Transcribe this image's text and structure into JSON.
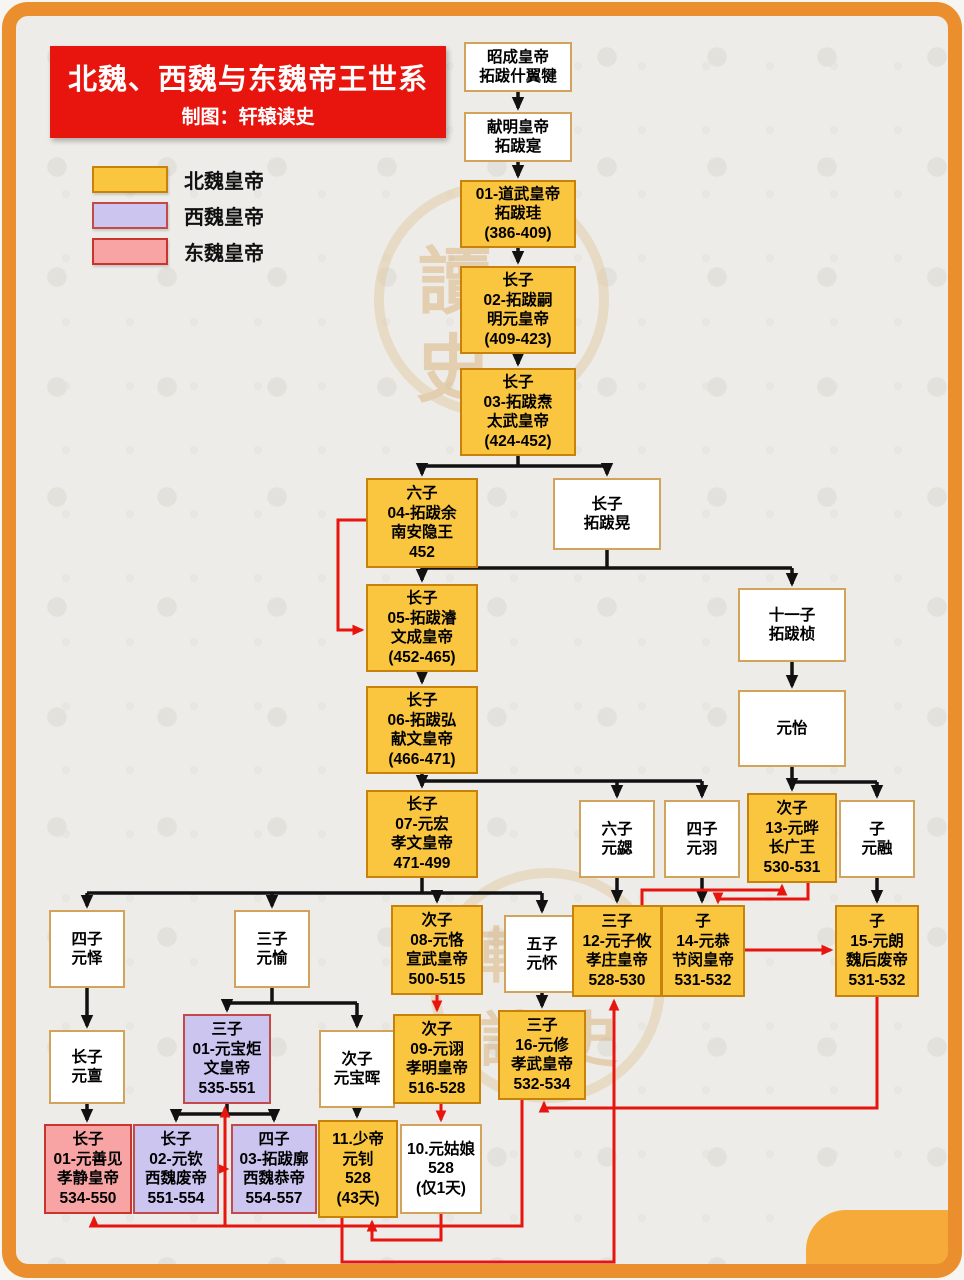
{
  "title": {
    "text": "北魏、西魏与东魏帝王世系",
    "subtitle": "制图：轩辕读史",
    "bg": "#E8150F",
    "color": "#FFFFFF"
  },
  "legend": [
    {
      "label": "北魏皇帝",
      "type": "northern",
      "color": "#FBC63F"
    },
    {
      "label": "西魏皇帝",
      "type": "western",
      "color": "#CBC5F0"
    },
    {
      "label": "东魏皇帝",
      "type": "eastern",
      "color": "#F8A4A4"
    }
  ],
  "watermark": {
    "top": [
      "讀",
      "史"
    ],
    "bottom": [
      "軒",
      "辕",
      "讀",
      "史"
    ]
  },
  "colors": {
    "frame": "#EB8E2E",
    "line": "#111111",
    "succession_arrow": "#E8150F"
  },
  "nodes": [
    {
      "id": "zhaocheng",
      "type": "plain",
      "lines": [
        "昭成皇帝",
        "拓跋什翼犍"
      ]
    },
    {
      "id": "xianming",
      "type": "plain",
      "lines": [
        "献明皇帝",
        "拓跋寔"
      ]
    },
    {
      "id": "n01",
      "type": "northern",
      "lines": [
        "01-道武皇帝",
        "拓跋珪",
        "(386-409)"
      ]
    },
    {
      "id": "n02",
      "type": "northern",
      "lines": [
        "长子",
        "02-拓跋嗣",
        "明元皇帝",
        "(409-423)"
      ]
    },
    {
      "id": "n03",
      "type": "northern",
      "lines": [
        "长子",
        "03-拓跋焘",
        "太武皇帝",
        "(424-452)"
      ]
    },
    {
      "id": "n04",
      "type": "northern",
      "lines": [
        "六子",
        "04-拓跋余",
        "南安隐王",
        "452"
      ]
    },
    {
      "id": "huang",
      "type": "plain",
      "lines": [
        "长子",
        "拓跋晃"
      ]
    },
    {
      "id": "n05",
      "type": "northern",
      "lines": [
        "长子",
        "05-拓跋濬",
        "文成皇帝",
        "(452-465)"
      ]
    },
    {
      "id": "zhen",
      "type": "plain",
      "lines": [
        "十一子",
        "拓跋桢"
      ]
    },
    {
      "id": "n06",
      "type": "northern",
      "lines": [
        "长子",
        "06-拓跋弘",
        "献文皇帝",
        "(466-471)"
      ]
    },
    {
      "id": "yuanyi",
      "type": "plain",
      "lines": [
        "元怡"
      ]
    },
    {
      "id": "n07",
      "type": "northern",
      "lines": [
        "长子",
        "07-元宏",
        "孝文皇帝",
        "471-499"
      ]
    },
    {
      "id": "xie",
      "type": "plain",
      "lines": [
        "六子",
        "元勰"
      ]
    },
    {
      "id": "yu4",
      "type": "plain",
      "lines": [
        "四子",
        "元羽"
      ]
    },
    {
      "id": "n13",
      "type": "northern",
      "lines": [
        "次子",
        "13-元晔",
        "长广王",
        "530-531"
      ]
    },
    {
      "id": "rong",
      "type": "plain",
      "lines": [
        "子",
        "元融"
      ]
    },
    {
      "id": "yi4",
      "type": "plain",
      "lines": [
        "四子",
        "元怿"
      ]
    },
    {
      "id": "yu",
      "type": "plain",
      "lines": [
        "三子",
        "元愉"
      ]
    },
    {
      "id": "n08",
      "type": "northern",
      "lines": [
        "次子",
        "08-元恪",
        "宣武皇帝",
        "500-515"
      ]
    },
    {
      "id": "huai",
      "type": "plain",
      "lines": [
        "五子",
        "元怀"
      ]
    },
    {
      "id": "n12",
      "type": "northern",
      "lines": [
        "三子",
        "12-元子攸",
        "孝庄皇帝",
        "528-530"
      ]
    },
    {
      "id": "n14",
      "type": "northern",
      "lines": [
        "子",
        "14-元恭",
        "节闵皇帝",
        "531-532"
      ]
    },
    {
      "id": "n15",
      "type": "northern",
      "lines": [
        "子",
        "15-元朗",
        "魏后废帝",
        "531-532"
      ]
    },
    {
      "id": "dan",
      "type": "plain",
      "lines": [
        "长子",
        "元亶"
      ]
    },
    {
      "id": "w01",
      "type": "western",
      "lines": [
        "三子",
        "01-元宝炬",
        "文皇帝",
        "535-551"
      ]
    },
    {
      "id": "baohui",
      "type": "plain",
      "lines": [
        "次子",
        "元宝晖"
      ]
    },
    {
      "id": "n09",
      "type": "northern",
      "lines": [
        "次子",
        "09-元诩",
        "孝明皇帝",
        "516-528"
      ]
    },
    {
      "id": "n16",
      "type": "northern",
      "lines": [
        "三子",
        "16-元修",
        "孝武皇帝",
        "532-534"
      ]
    },
    {
      "id": "e01",
      "type": "eastern",
      "lines": [
        "长子",
        "01-元善见",
        "孝静皇帝",
        "534-550"
      ]
    },
    {
      "id": "w02",
      "type": "western",
      "lines": [
        "长子",
        "02-元钦",
        "西魏废帝",
        "551-554"
      ]
    },
    {
      "id": "w03",
      "type": "western",
      "lines": [
        "四子",
        "03-拓跋廓",
        "西魏恭帝",
        "554-557"
      ]
    },
    {
      "id": "n11",
      "type": "northern",
      "lines": [
        "11.少帝",
        "元钊",
        "528",
        "(43天)"
      ]
    },
    {
      "id": "n10",
      "type": "plain",
      "lines": [
        "10.元姑娘",
        "528",
        "(仅1天)"
      ]
    }
  ],
  "edges": {
    "parent": [
      [
        "zhaocheng",
        "xianming"
      ],
      [
        "xianming",
        "n01"
      ],
      [
        "n01",
        "n02"
      ],
      [
        "n02",
        "n03"
      ],
      [
        "n03",
        "n04"
      ],
      [
        "n03",
        "huang"
      ],
      [
        "huang",
        "n05"
      ],
      [
        "huang",
        "zhen"
      ],
      [
        "n05",
        "n06"
      ],
      [
        "zhen",
        "yuanyi"
      ],
      [
        "n06",
        "n07"
      ],
      [
        "n06",
        "xie"
      ],
      [
        "n06",
        "yu4"
      ],
      [
        "yuanyi",
        "n13"
      ],
      [
        "yuanyi",
        "rong"
      ],
      [
        "n07",
        "yi4"
      ],
      [
        "n07",
        "yu"
      ],
      [
        "n07",
        "n08"
      ],
      [
        "n07",
        "huai"
      ],
      [
        "xie",
        "n12"
      ],
      [
        "yu4",
        "n14"
      ],
      [
        "rong",
        "n15"
      ],
      [
        "yi4",
        "dan"
      ],
      [
        "yu",
        "w01"
      ],
      [
        "yu",
        "baohui"
      ],
      [
        "n08",
        "n09"
      ],
      [
        "huai",
        "n16"
      ],
      [
        "dan",
        "e01"
      ],
      [
        "w01",
        "w02"
      ],
      [
        "w01",
        "w03"
      ],
      [
        "baohui",
        "n11"
      ],
      [
        "n09",
        "n10"
      ]
    ],
    "succession_red": [
      [
        "n04",
        "n05"
      ],
      [
        "n08",
        "n09"
      ],
      [
        "n09",
        "n10"
      ],
      [
        "n10",
        "n11"
      ],
      [
        "n11",
        "n12"
      ],
      [
        "n12",
        "n13"
      ],
      [
        "n13",
        "n14"
      ],
      [
        "n14",
        "n15"
      ],
      [
        "n15",
        "n16"
      ],
      [
        "n16",
        "w01"
      ],
      [
        "n16",
        "e01"
      ],
      [
        "w02",
        "w03"
      ]
    ]
  }
}
